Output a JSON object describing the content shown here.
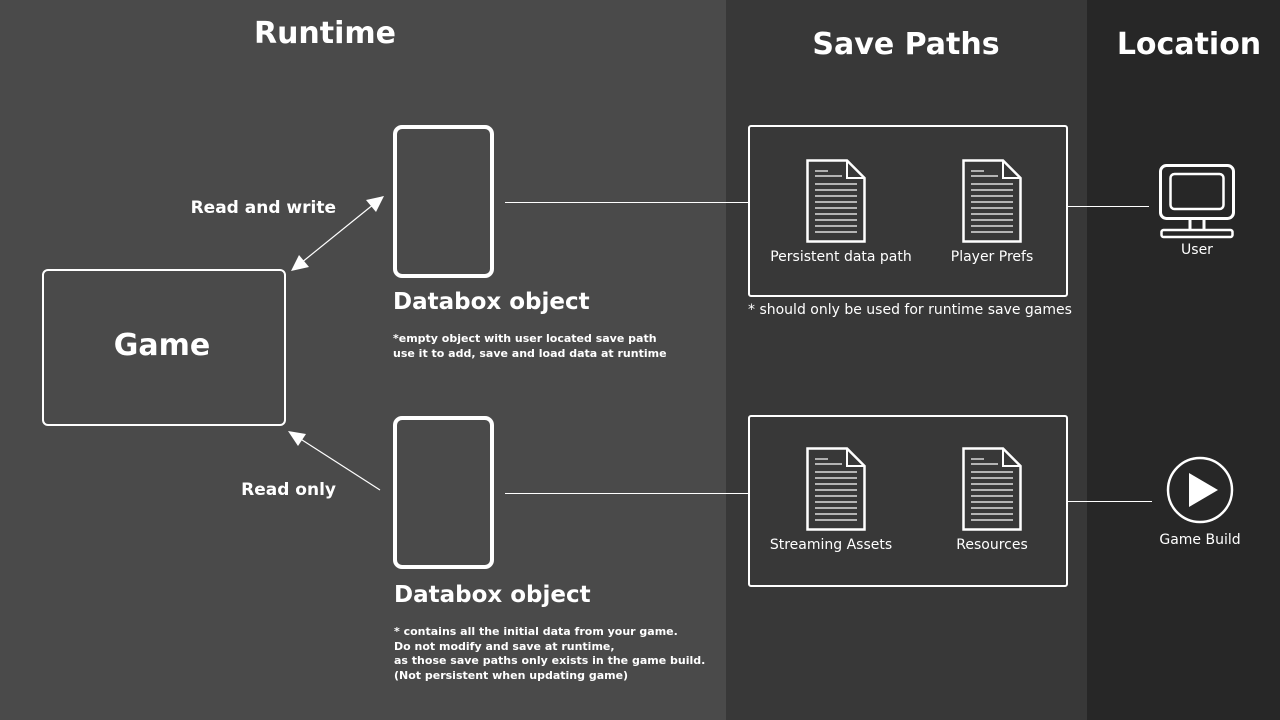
{
  "headings": {
    "runtime": "Runtime",
    "save_paths": "Save Paths",
    "location": "Location"
  },
  "game": {
    "label": "Game"
  },
  "arrows": {
    "read_write": "Read and write",
    "read_only": "Read only"
  },
  "databox_top": {
    "title": "Databox object",
    "note_line1": "*empty object with user located save path",
    "note_line2": "use it to add, save and load data at runtime"
  },
  "databox_bottom": {
    "title": "Databox object",
    "note_line1": "* contains all the initial data from your game.",
    "note_line2": "Do not modify and save at runtime,",
    "note_line3": "as those save paths only exists in the game build.",
    "note_line4": "(Not persistent when updating game)"
  },
  "save_top": {
    "item1": "Persistent data path",
    "item2": "Player Prefs",
    "note": "* should only be used for runtime save games"
  },
  "save_bottom": {
    "item1": "Streaming Assets",
    "item2": "Resources"
  },
  "locations": {
    "user": "User",
    "game_build": "Game Build"
  },
  "icons": {
    "document": "document-icon",
    "monitor": "monitor-icon",
    "play": "play-icon"
  },
  "colors": {
    "runtime_bg": "#4a4a4a",
    "save_bg": "#383838",
    "location_bg": "#272727",
    "foreground": "#ffffff"
  }
}
